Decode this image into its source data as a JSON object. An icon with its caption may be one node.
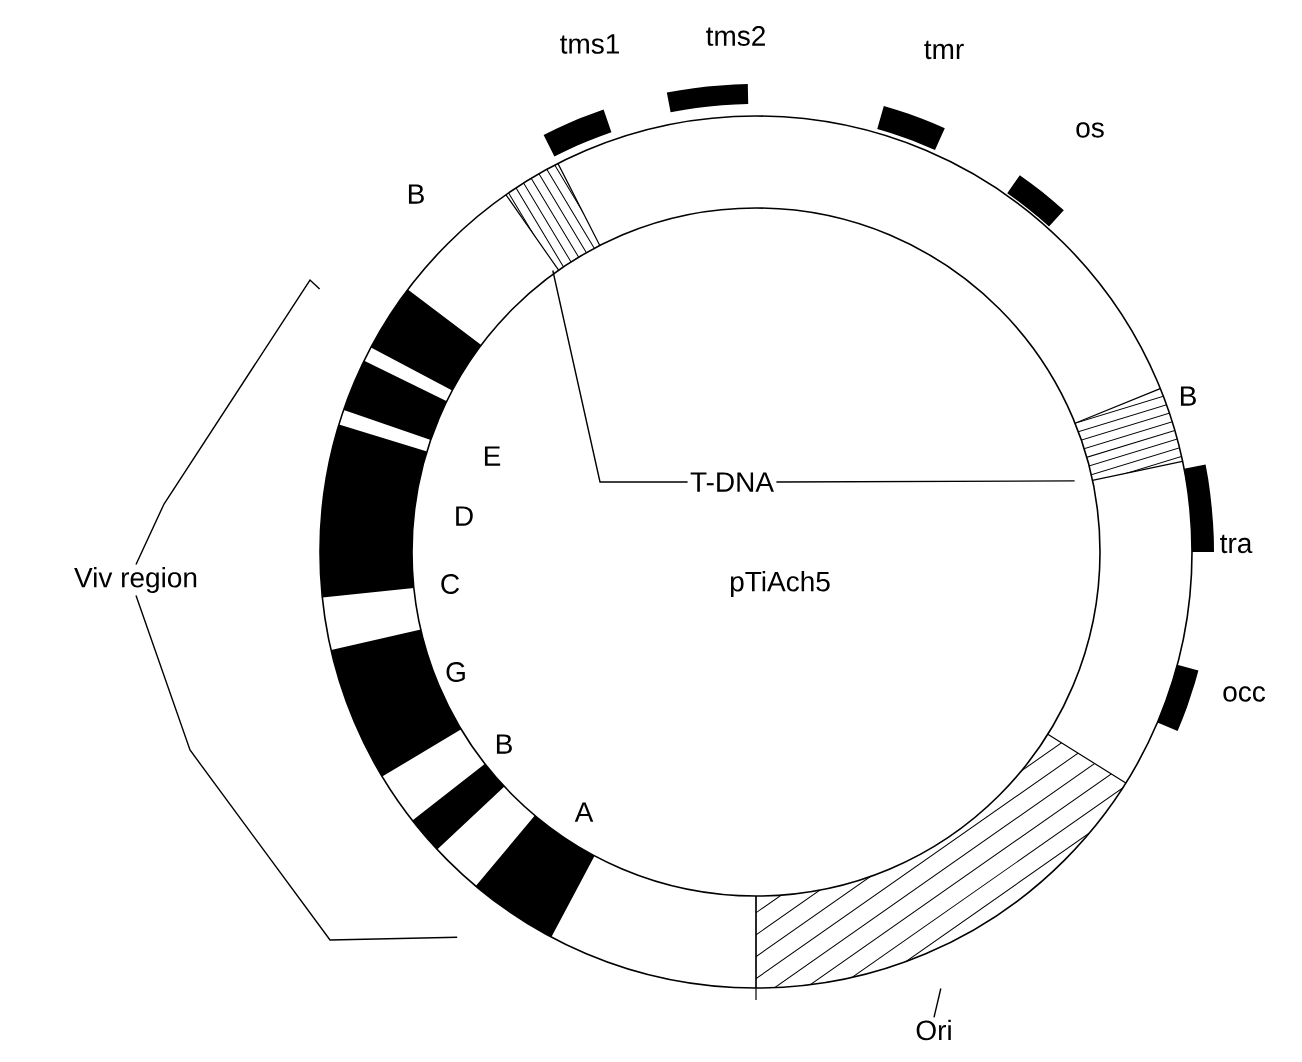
{
  "diagram": {
    "nodes": [
      {
        "text": [
          "T-DNA"
        ]
      },
      {
        "text": [],
        "shape": "box"
      },
      {
        "text": [],
        "shape": "box"
      },
      {
        "text": [
          "Viv region"
        ]
      },
      {
        "text": [],
        "shape": "bar"
      },
      {
        "text": [
          "Ori"
        ]
      },
      {
        "text": [],
        "shape": "box"
      }
    ],
    "edges": [
      {
        "from": 0,
        "to": 1,
        "arrow": "none"
      },
      {
        "from": 0,
        "to": 2,
        "arrow": "none"
      },
      {
        "from": 3,
        "to": 4,
        "arrow": "none"
      },
      {
        "from": 3,
        "to": 4,
        "arrow": "none"
      },
      {
        "from": 5,
        "to": 6,
        "arrow": "none"
      }
    ],
    "labels": [
      "tms1",
      "tms2",
      "tmr",
      "os",
      "B",
      "B",
      "E",
      "D",
      "C",
      "pTiAch5",
      "tra",
      "G",
      "B",
      "occ",
      "A"
    ]
  }
}
